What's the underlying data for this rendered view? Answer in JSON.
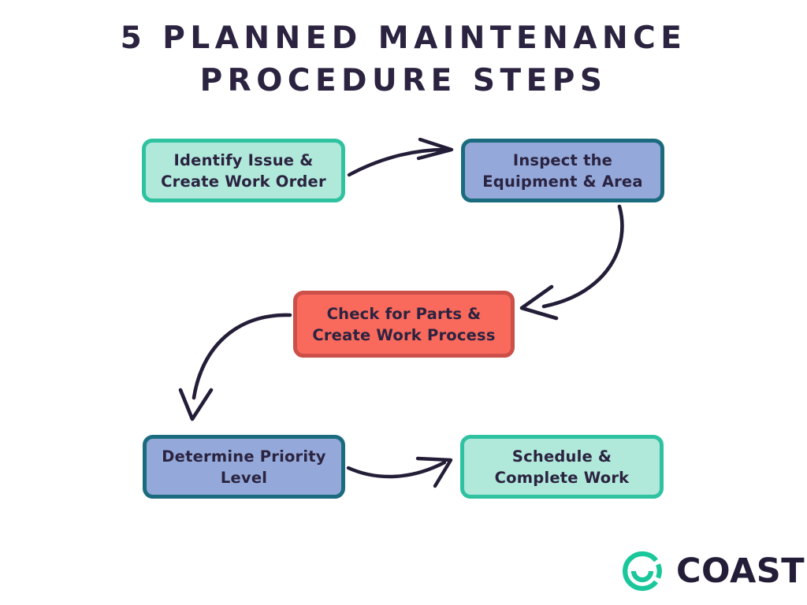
{
  "page": {
    "title": "5 PLANNED MAINTENANCE\nPROCEDURE STEPS",
    "background_color": "#ffffff",
    "title_color": "#2b2340"
  },
  "diagram": {
    "type": "flowchart",
    "nodes": [
      {
        "id": "step-1",
        "order": 1,
        "label": "Identify Issue &\nCreate Work Order",
        "fill_color": "#b0e8da",
        "border_color": "#2fc2a0",
        "text_color": "#2b2340"
      },
      {
        "id": "step-2",
        "order": 2,
        "label": "Inspect the\nEquipment & Area",
        "fill_color": "#94a9da",
        "border_color": "#1b6b7f",
        "text_color": "#2b2340"
      },
      {
        "id": "step-3",
        "order": 3,
        "label": "Check for Parts &\nCreate Work Process",
        "fill_color": "#f9695c",
        "border_color": "#cc5049",
        "text_color": "#2b2340"
      },
      {
        "id": "step-4",
        "order": 4,
        "label": "Determine Priority\nLevel",
        "fill_color": "#94a9da",
        "border_color": "#1b6b7f",
        "text_color": "#2b2340"
      },
      {
        "id": "step-5",
        "order": 5,
        "label": "Schedule &\nComplete Work",
        "fill_color": "#b0e8da",
        "border_color": "#2fc2a0",
        "text_color": "#2b2340"
      }
    ],
    "connectors": [
      {
        "id": "arrow-1",
        "from": "step-1",
        "to": "step-2",
        "color": "#231d38"
      },
      {
        "id": "arrow-2",
        "from": "step-2",
        "to": "step-3",
        "color": "#231d38"
      },
      {
        "id": "arrow-3",
        "from": "step-3",
        "to": "step-4",
        "color": "#231d38"
      },
      {
        "id": "arrow-4",
        "from": "step-4",
        "to": "step-5",
        "color": "#231d38"
      }
    ]
  },
  "logo": {
    "wordmark": "COAST",
    "mark_icon": "coast-ring-smile-icon",
    "mark_color": "#19c79a",
    "word_color": "#231d38"
  }
}
